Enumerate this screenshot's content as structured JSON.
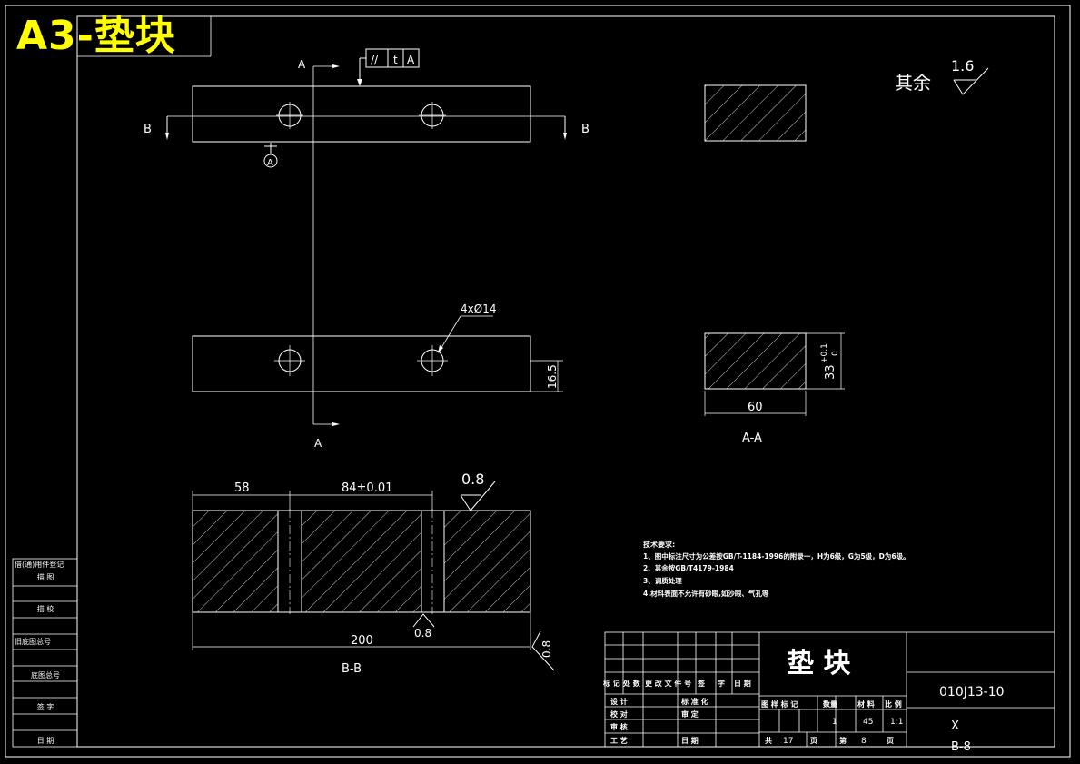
{
  "title_badge": "A3-垫块",
  "roughness": {
    "label": "其余",
    "value": "1.6"
  },
  "tolerance_frame": {
    "symbol": "//",
    "value": "t",
    "datum": "A"
  },
  "datum_a_label": "A",
  "section_marks": {
    "a": "A",
    "b": "B"
  },
  "hole_callout": "4xØ14",
  "dims": {
    "height_small": "16.5",
    "aa_width": "60",
    "aa_height": "33",
    "aa_tol_upper": "+0.1",
    "aa_tol_lower": "0",
    "bb_d1": "58",
    "bb_d2": "84±0.01",
    "bb_total": "200",
    "bb_rough_top": "0.8",
    "bb_rough_bottom": "0.8",
    "bb_rough_side": "0.8"
  },
  "view_labels": {
    "aa": "A-A",
    "bb": "B-B"
  },
  "tech_notes": {
    "title": "技术要求:",
    "lines": [
      "1、图中标注尺寸为公差按GB/T-1184-1996的附录一，H为6级，G为5级，D为6级。",
      "2、其余按GB/T4179-1984",
      "3、调质处理",
      "4.材料表面不允许有砂眼,如沙眼、气孔等"
    ]
  },
  "title_block": {
    "part_name": "垫  块",
    "drawing_no": "010J13-10",
    "scale_header": [
      "图 样 标 记",
      "数量",
      "材 料",
      "比 例"
    ],
    "qty": "1",
    "material": "45",
    "scale": "1:1",
    "total_label": "共",
    "total_pages": "17",
    "page_word": "页",
    "sheet_label": "第",
    "sheet_no": "8",
    "sheet_word": "页",
    "code_x": "X",
    "code_b": "B-8",
    "rev_header": [
      "标 记",
      "处 数",
      "更 改 文 件 号",
      "签",
      "字",
      "日 期"
    ],
    "roles_left": [
      "设  计",
      "校  对",
      "审  核",
      "工  艺"
    ],
    "roles_right": [
      "标 准 化",
      "审  定",
      "",
      "日  期"
    ]
  },
  "side_block": [
    "借(通)用件登记",
    "描  图",
    "描  校",
    "旧底图总号",
    "底图总号",
    "签  字",
    "日  期"
  ]
}
